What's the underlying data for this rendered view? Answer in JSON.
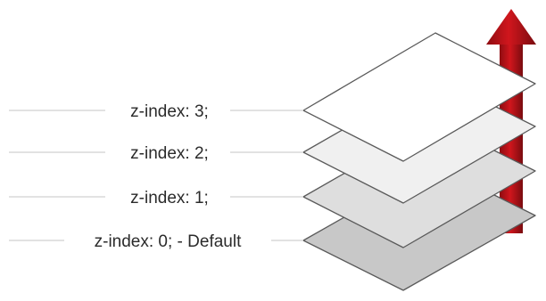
{
  "layers": [
    {
      "label": "z-index: 3;",
      "fill": "#ffffff"
    },
    {
      "label": "z-index: 2;",
      "fill": "#f0f0f0"
    },
    {
      "label": "z-index: 1;",
      "fill": "#dedede"
    },
    {
      "label": "z-index: 0; - Default",
      "fill": "#c8c8c8"
    }
  ],
  "colors": {
    "arrow": "#c4161c",
    "arrow_dark": "#7a0b0f",
    "layer_stroke": "#5a5a5a",
    "guide_line": "#c4c4c4",
    "label_text": "#2b2b2b"
  },
  "icons": {
    "arrow": "up-arrow-icon"
  }
}
